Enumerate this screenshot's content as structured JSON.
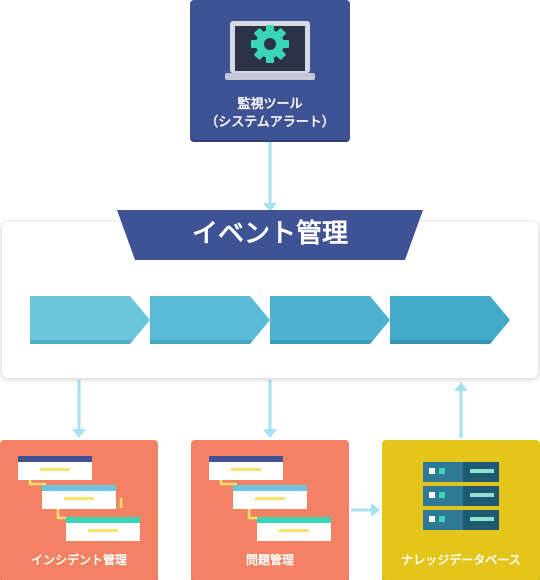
{
  "monitoring_tool": {
    "label_line1": "監視ツール",
    "label_line2": "（システムアラート）",
    "icon": "laptop-gear-icon"
  },
  "event_management": {
    "title": "イベント管理",
    "stage_count": 4
  },
  "incident_management": {
    "label": "インシデント管理",
    "icon": "flowchart-icon"
  },
  "problem_management": {
    "label": "問題管理",
    "icon": "flowchart-icon"
  },
  "knowledge_database": {
    "label": "ナレッジデータベース",
    "icon": "server-rack-icon"
  },
  "colors": {
    "navy": "#3f5294",
    "orange": "#f28263",
    "yellow": "#e3c51b",
    "arrow": "#a8e2f0",
    "teal_light": "#6bc5dc",
    "teal_dark": "#3fa6c4"
  }
}
